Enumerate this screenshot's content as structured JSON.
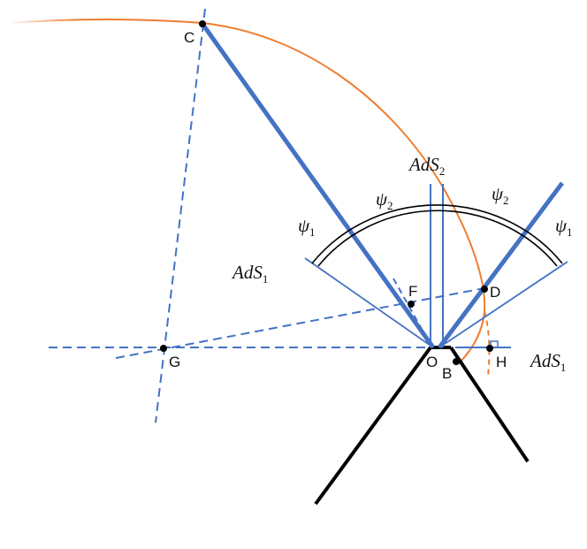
{
  "colors": {
    "blue": "#4472c4",
    "orange": "#ed7d31",
    "black": "#000000",
    "dashed_blue": "#4472c4"
  },
  "points": {
    "C": "C",
    "F": "F",
    "G": "G",
    "D": "D",
    "O": "O",
    "B": "B",
    "H": "H"
  },
  "regions": {
    "ads2_base": "AdS",
    "ads2_sub": "2",
    "ads1_left_base": "AdS",
    "ads1_left_sub": "1",
    "ads1_right_base": "AdS",
    "ads1_right_sub": "1"
  },
  "angles": {
    "psi1_left_base": "ψ",
    "psi1_left_sub": "1",
    "psi2_left_base": "ψ",
    "psi2_left_sub": "2",
    "psi2_right_base": "ψ",
    "psi2_right_sub": "2",
    "psi1_right_base": "ψ",
    "psi1_right_sub": "1"
  }
}
